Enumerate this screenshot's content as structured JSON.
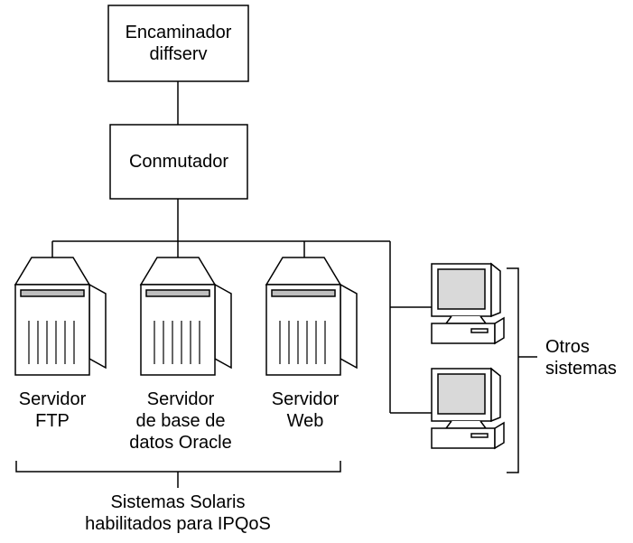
{
  "nodes": {
    "router": "Encaminador\ndiffserv",
    "switch": "Conmutador"
  },
  "servers": [
    {
      "label": "Servidor\nFTP"
    },
    {
      "label": "Servidor\nde base de\ndatos Oracle"
    },
    {
      "label": "Servidor\nWeb"
    }
  ],
  "groups": {
    "solaris": "Sistemas Solaris\nhabilitados para IPQoS",
    "others": "Otros\nsistemas"
  },
  "colors": {
    "stroke": "#000000",
    "screen_fill": "#d9d9d9",
    "bay_fill": "#bfbfbf"
  }
}
